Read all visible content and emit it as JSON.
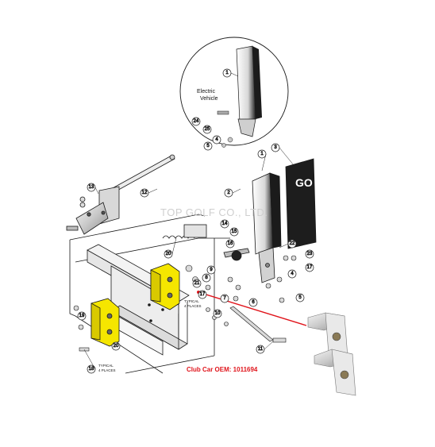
{
  "inset": {
    "line1": "Electric",
    "line2": "Vehicle"
  },
  "watermark": "TOP GOLF CO., LTD.",
  "oem_label": "Club Car OEM: 1011694",
  "pedal_badge": "GO",
  "notes": {
    "typical_right": [
      "TYPICAL",
      "4 PLACES"
    ],
    "typical_left": [
      "TYPICAL",
      "4 PLACES"
    ]
  },
  "callouts": {
    "c1_inset": "1",
    "c24": "24",
    "c25": "25",
    "c4_inset": "4",
    "c5_inset": "5",
    "c1_main": "1",
    "c3": "3",
    "c2": "2",
    "c13": "13",
    "c12": "12",
    "c14": "14",
    "c15": "15",
    "c16": "16",
    "c20": "20",
    "c8": "8",
    "c9": "9",
    "c17a": "17",
    "c17b": "17",
    "c21": "21",
    "c22": "22",
    "c23": "23",
    "c4_main": "4",
    "c5_main": "5",
    "c6": "6",
    "c7": "7",
    "c10": "10",
    "c11": "11",
    "c18": "18",
    "c19": "19",
    "c20b": "20"
  },
  "colors": {
    "highlight": "#f5e600",
    "oem_red": "#e0141b",
    "line": "#1a1a1a"
  }
}
